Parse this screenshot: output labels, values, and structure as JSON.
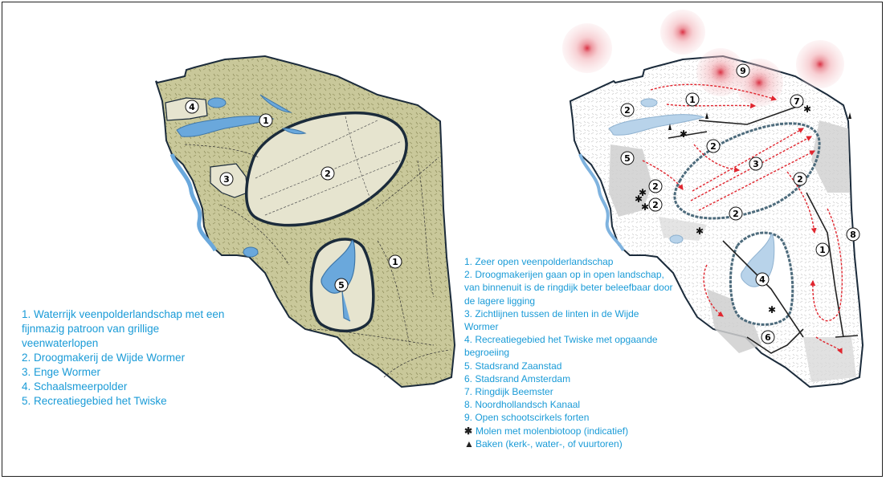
{
  "colors": {
    "accent_text": "#1a9bd7",
    "polder_fill": "#c9c89a",
    "droogmakerij_fill": "#e6e4cf",
    "water": "#6aa8dc",
    "urban_grey": "#cfcfcf",
    "fort_red": "#d8263a",
    "arrow_red": "#e0262f"
  },
  "left_map": {
    "markers": [
      "1",
      "2",
      "3",
      "4",
      "5"
    ],
    "legend": [
      "1. Waterrijk veenpolderlandschap met een fijnmazig patroon van grillige veenwaterlopen",
      "2. Droogmakerij de Wijde Wormer",
      "3. Enge Wormer",
      "4. Schaalsmeerpolder",
      "5. Recreatiegebied het Twiske"
    ]
  },
  "right_map": {
    "markers": [
      "1",
      "1",
      "2",
      "2",
      "2",
      "2",
      "2",
      "2",
      "3",
      "4",
      "5",
      "6",
      "7",
      "8",
      "9"
    ],
    "legend": [
      "1. Zeer open veenpolderlandschap",
      "2. Droogmakerijen gaan op in open landschap, van binnenuit is de ringdijk beter beleefbaar door de lagere ligging",
      "3. Zichtlijnen tussen de linten in de Wijde Wormer",
      "4. Recreatiegebied het Twiske met opgaande begroeiing",
      "5. Stadsrand Zaanstad",
      "6. Stadsrand Amsterdam",
      "7. Ringdijk Beemster",
      "8. Noordhollandsch Kanaal",
      "9. Open schootscirkels forten"
    ],
    "symbol_legend": [
      {
        "icon": "windmill-icon",
        "glyph": "✱",
        "text": "Molen met molenbiotoop (indicatief)"
      },
      {
        "icon": "beacon-icon",
        "glyph": "▲",
        "text": "Baken (kerk-, water-, of vuurtoren)"
      }
    ]
  }
}
